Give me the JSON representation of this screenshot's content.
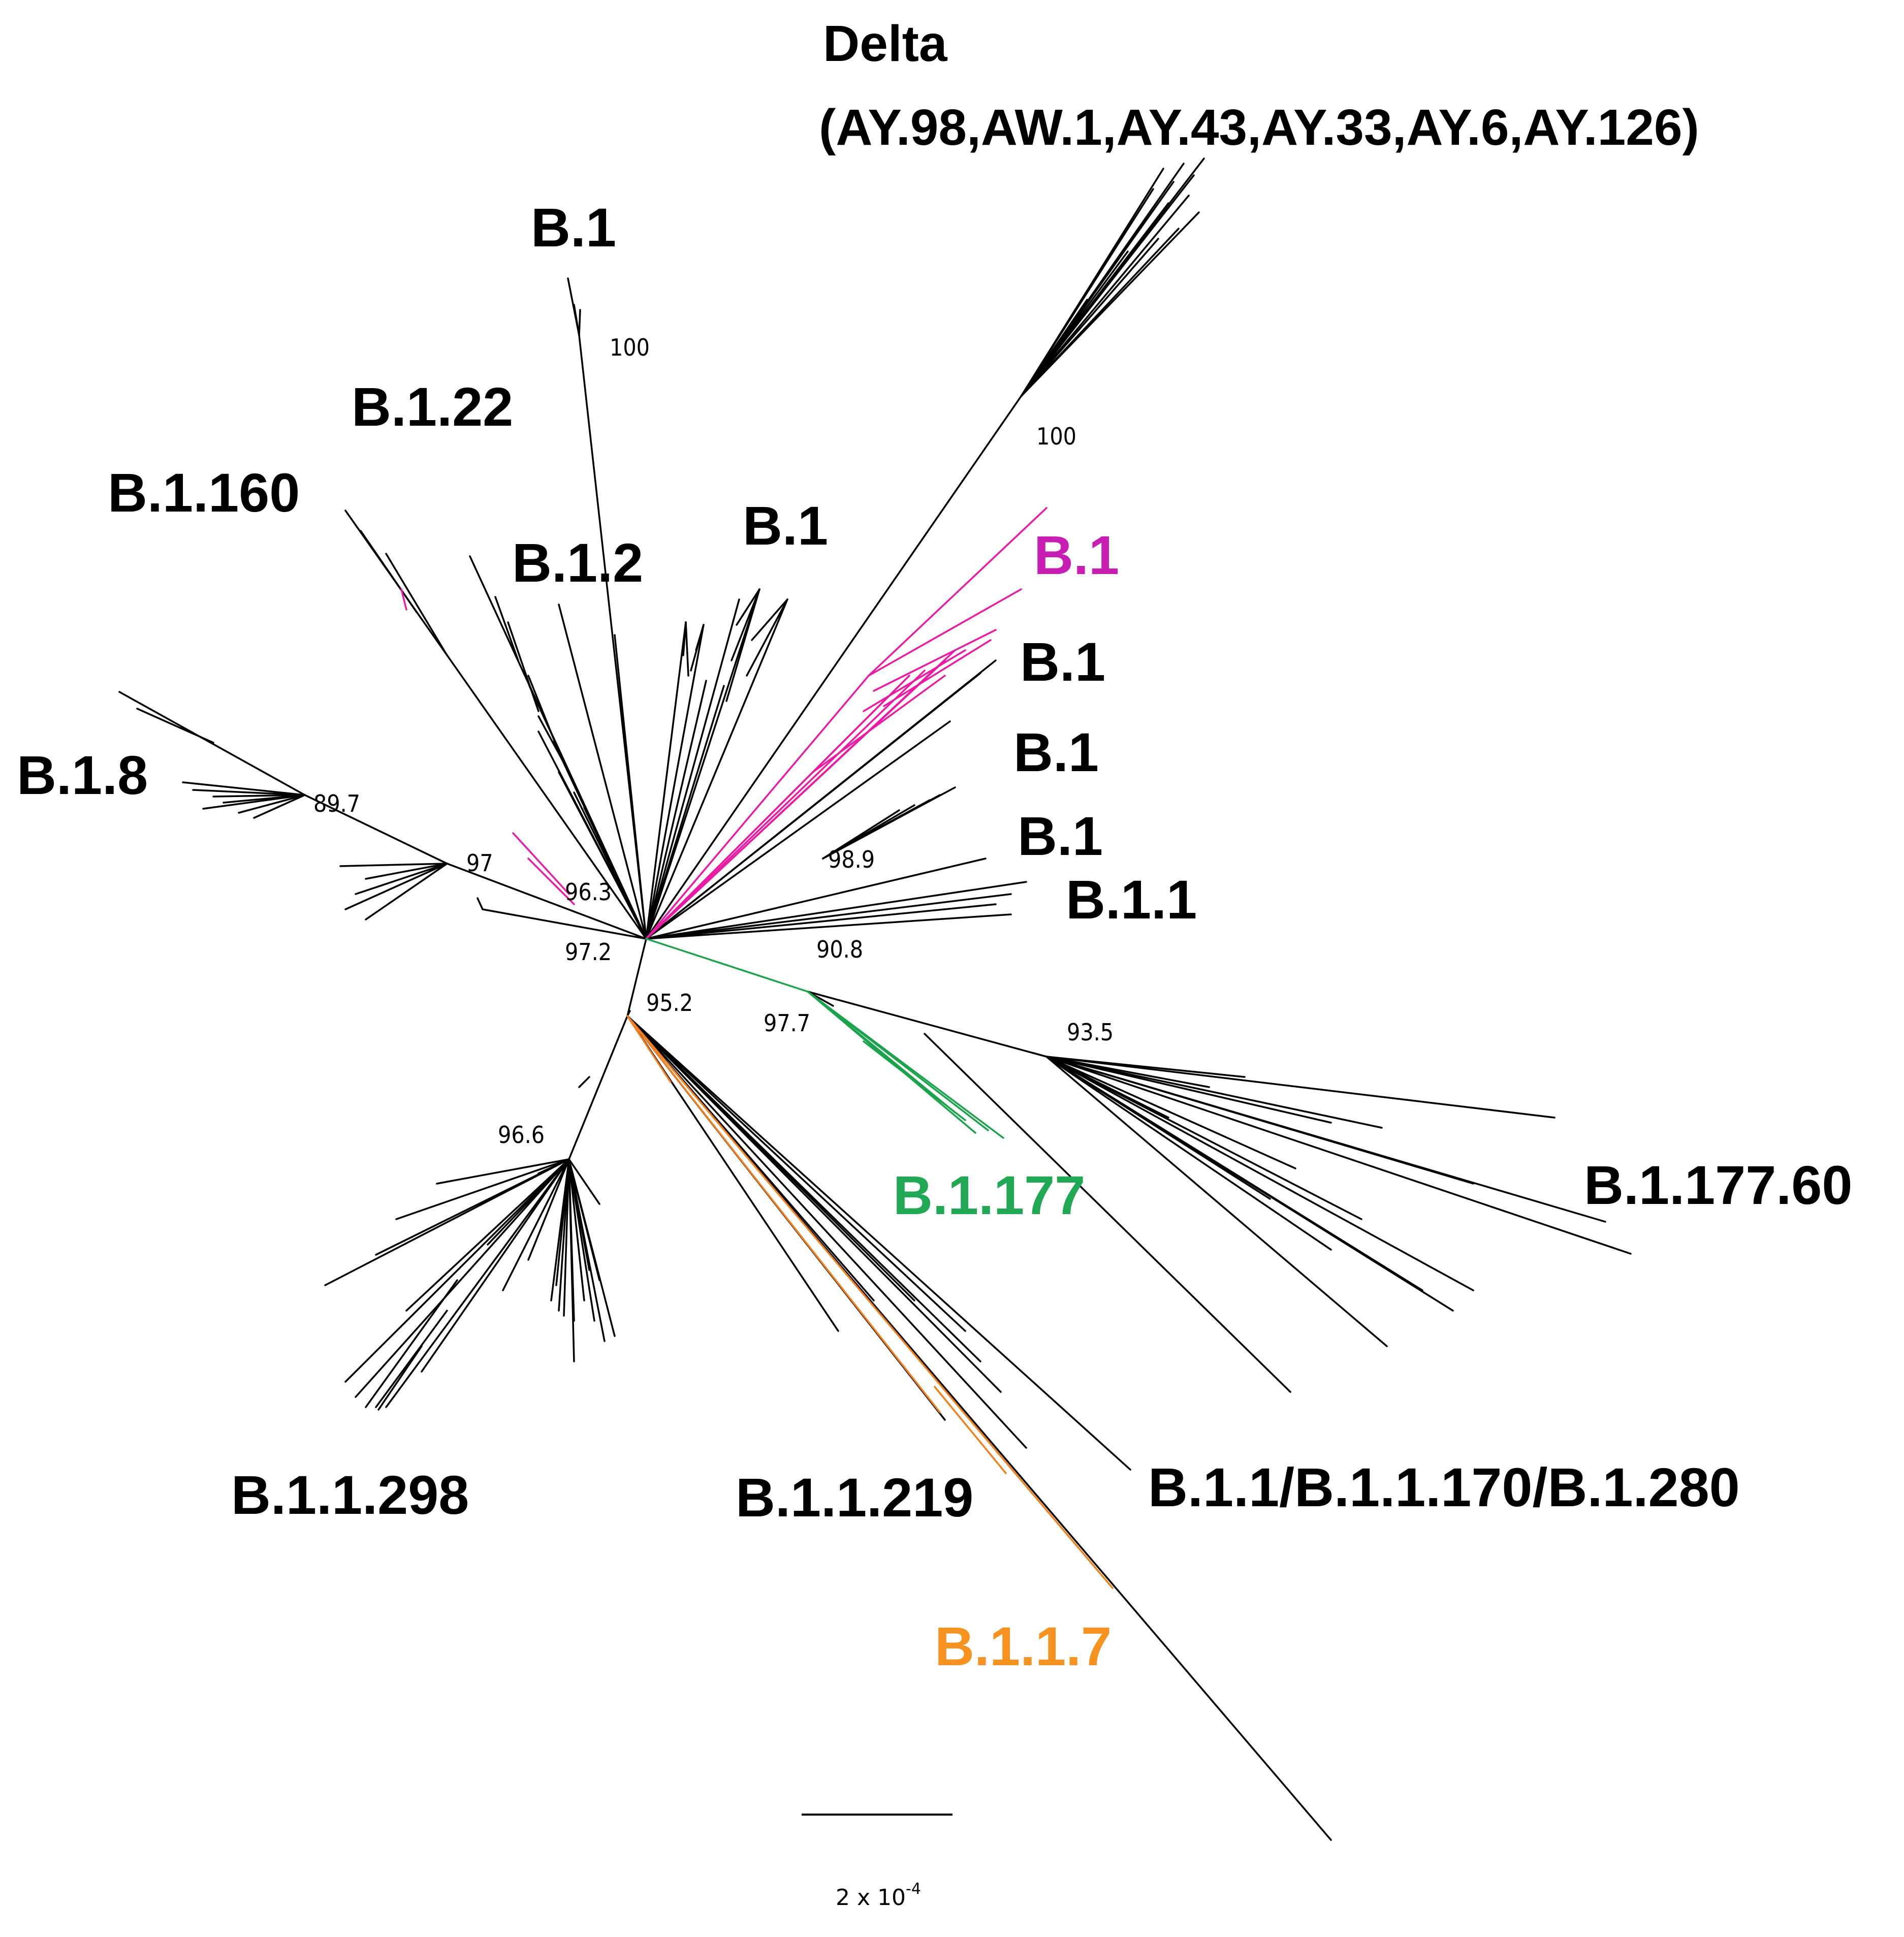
{
  "colors": {
    "default": "#000000",
    "pink": "#ea1aa4",
    "green": "#1aa34a",
    "orange": "#f07f1c",
    "pink_label": "#c81eb4",
    "green_label": "#20a854",
    "orange_label": "#f59220"
  },
  "clade_labels": {
    "delta_line1": "Delta",
    "delta_line2": "(AY.98,AW.1,AY.43,AY.33,AY.6,AY.126)",
    "b1_top": "B.1",
    "b1_22": "B.1.22",
    "b1_160": "B.1.160",
    "b1_2": "B.1.2",
    "b1_mid": "B.1",
    "b1_pink": "B.1",
    "b1_r1": "B.1",
    "b1_r2": "B.1",
    "b1_r3": "B.1",
    "b1_1": "B.1.1",
    "b1_8": "B.1.8",
    "b1_177": "B.1.177",
    "b1_177_60": "B.1.177.60",
    "b1_1_298": "B.1.1.298",
    "b1_1_219": "B.1.1.219",
    "b1_1_170": "B.1.1/B.1.1.170/B.1.280",
    "b1_1_7": "B.1.1.7"
  },
  "support_values": {
    "s100_top": "100",
    "s100_delta": "100",
    "s89_7": "89.7",
    "s97": "97",
    "s96_3": "96.3",
    "s97_2": "97.2",
    "s98_9": "98.9",
    "s90_8": "90.8",
    "s95_2": "95.2",
    "s97_7": "97.7",
    "s93_5": "93.5",
    "s96_6": "96.6"
  },
  "scale_bar": {
    "label": "2 x 10",
    "exponent": "-4"
  }
}
